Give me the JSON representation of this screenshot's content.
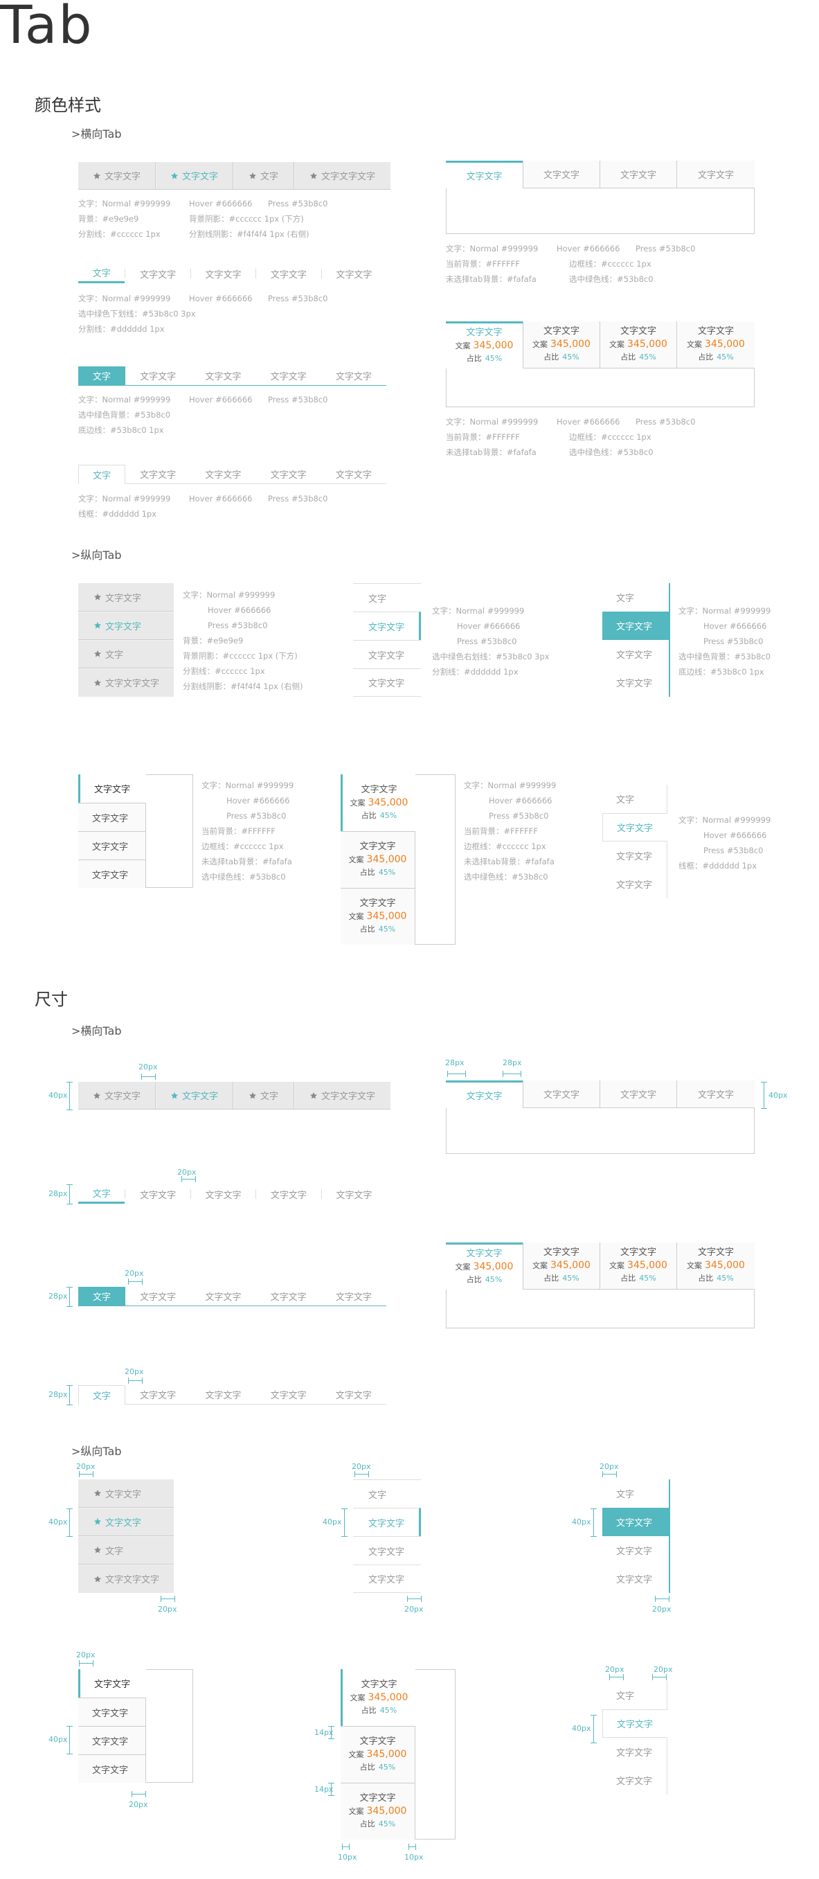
{
  "page_title": "Tab",
  "sections": {
    "color": "颜色样式",
    "size": "尺寸",
    "horizontal": ">横向Tab",
    "vertical": ">纵向Tab"
  },
  "tabs": {
    "h1": [
      "文字文字",
      "文字文字",
      "文字",
      "文字文字文字"
    ],
    "five": [
      "文字",
      "文字文字",
      "文字文字",
      "文字文字",
      "文字文字"
    ],
    "four": [
      "文字文字",
      "文字文字",
      "文字文字",
      "文字文字"
    ],
    "stat": {
      "title": "文字文字",
      "label1": "文案",
      "value": "345,000",
      "label2": "占比",
      "pct": "45%"
    },
    "v1": [
      "文字文字",
      "文字文字",
      "文字",
      "文字文字文字"
    ],
    "v2": [
      "文字",
      "文字文字",
      "文字文字",
      "文字文字"
    ],
    "v4": [
      "文字文字",
      "文字文字",
      "文字文字",
      "文字文字"
    ]
  },
  "notes": {
    "n1": [
      "文字：Normal #999999",
      "Hover #666666",
      "Press #53b8c0",
      "背景：#e9e9e9",
      "背景阴影：#cccccc   1px (下方)",
      "分割线：#cccccc   1px",
      "分割线阴影：#f4f4f4      1px (右侧)"
    ],
    "n2": [
      "文字：Normal #999999",
      "Hover #666666",
      "Press #53b8c0",
      "选中绿色下划线：#53b8c0   3px",
      "分割线：#dddddd   1px"
    ],
    "n3": [
      "文字：Normal #999999",
      "Hover #666666",
      "Press #53b8c0",
      "选中绿色背景：#53b8c0",
      "底边线：#53b8c0   1px"
    ],
    "n4": [
      "文字：Normal #999999",
      "Hover #666666",
      "Press #53b8c0",
      "线框：#dddddd   1px"
    ],
    "n5": [
      "文字：Normal #999999",
      "Hover #666666",
      "Press #53b8c0",
      "当前背景：#FFFFFF",
      "边框线：#cccccc   1px",
      "未选择tab背景：#fafafa",
      "选中绿色线：#53b8c0"
    ],
    "v1": [
      "文字：Normal #999999",
      "Hover #666666",
      "Press #53b8c0",
      "背景：#e9e9e9",
      "背景阴影：#cccccc    1px (下方)",
      "分割线：#cccccc    1px",
      "分割线阴影：#f4f4f4    1px (右侧)"
    ],
    "v2": [
      "文字：Normal #999999",
      "Hover #666666",
      "Press #53b8c0",
      "选中绿色右划线：#53b8c0   3px",
      "分割线：#dddddd    1px"
    ],
    "v3": [
      "文字：Normal #999999",
      "Hover #666666",
      "Press #53b8c0",
      "选中绿色背景：#53b8c0",
      "底边线：#53b8c0   1px"
    ],
    "v4": [
      "文字：Normal #999999",
      "Hover #666666",
      "Press #53b8c0",
      "当前背景：#FFFFFF",
      "边框线：#cccccc   1px",
      "未选择tab背景：#fafafa",
      "选中绿色线：#53b8c0"
    ],
    "v6": [
      "文字：Normal #999999",
      "Hover #666666",
      "Press #53b8c0",
      "线框：#dddddd    1px"
    ]
  },
  "dims": {
    "d20": "20px",
    "d28": "28px",
    "d40": "40px",
    "d14": "14px",
    "d10": "10px"
  },
  "colors": {
    "accent": "#53b8c0",
    "orange": "#f07d1c",
    "gray_bg": "#e9e9e9",
    "border": "#cccccc",
    "divider": "#dddddd",
    "unselected_bg": "#fafafa"
  },
  "icons": {
    "star": "star-icon"
  }
}
